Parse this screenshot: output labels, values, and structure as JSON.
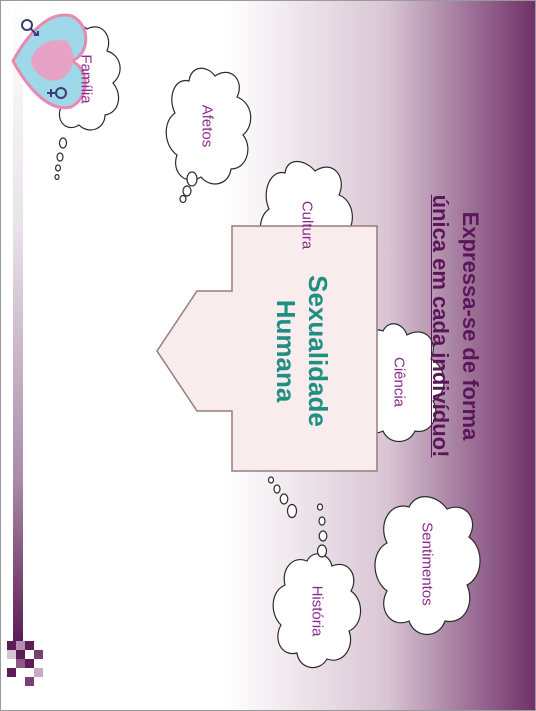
{
  "slide": {
    "main_title_line1": "Sexualidade",
    "main_title_line2": "Humana",
    "tagline_line1": "Expressa-se de forma",
    "tagline_line2": "única em cada indivíduo!",
    "clouds": [
      "Família",
      "Afetos",
      "Cultura",
      "Ciência",
      "Sentimentos",
      "História"
    ],
    "logo": "gender-symbols-heart-logo"
  },
  "colors": {
    "title": "#1f8f84",
    "cloud_text": "#8b2a8e",
    "tagline": "#5a1658",
    "gradient_dark": "#6e2e67",
    "box_fill": "#f8ecec",
    "box_stroke": "#9a7b7f"
  }
}
